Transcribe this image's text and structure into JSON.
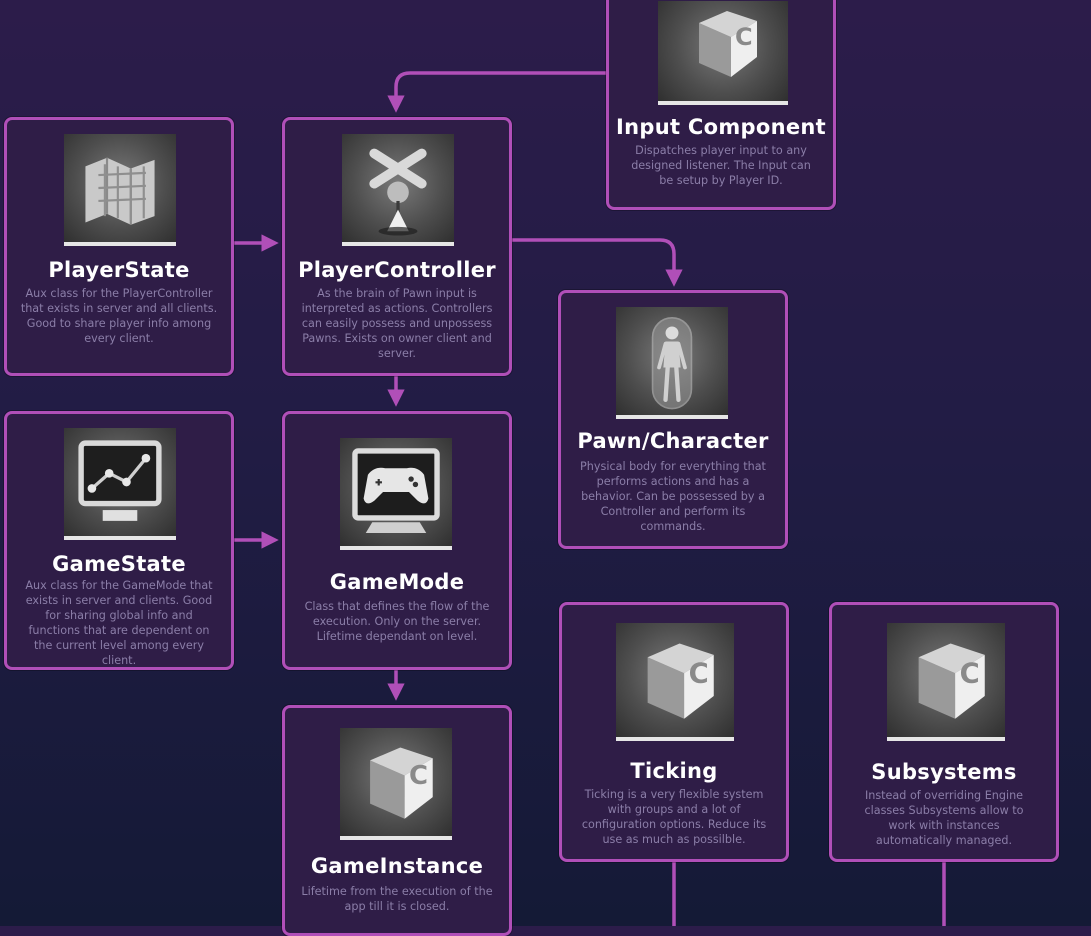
{
  "accent_color": "#b04fb8",
  "nodes": {
    "input_component": {
      "title": "Input Component",
      "desc": "Dispatches player input to any designed listener. The Input can be setup by Player ID.",
      "icon": "class-book-icon"
    },
    "player_state": {
      "title": "PlayerState",
      "desc": "Aux class for the PlayerController that exists in server and all clients. Good to share player info among every client.",
      "icon": "map-icon"
    },
    "player_controller": {
      "title": "PlayerController",
      "desc": "As the brain of Pawn input is interpreted as actions. Controllers can easily possess and unpossess Pawns. Exists on owner client and server.",
      "icon": "controller-pawn-icon"
    },
    "pawn_character": {
      "title": "Pawn/Character",
      "desc": "Physical body for everything that performs actions and has a behavior. Can be possessed by a Controller and perform its commands.",
      "icon": "mannequin-icon"
    },
    "game_state": {
      "title": "GameState",
      "desc": "Aux class for the GameMode that exists in server and clients. Good for sharing global info and functions that are dependent on the current level among every client.",
      "icon": "graph-monitor-icon"
    },
    "game_mode": {
      "title": "GameMode",
      "desc": "Class that defines the flow of the execution. Only on the server. Lifetime dependant on level.",
      "icon": "gamepad-monitor-icon"
    },
    "game_instance": {
      "title": "GameInstance",
      "desc": "Lifetime from the execution of the app till it is closed.",
      "icon": "class-book-icon"
    },
    "ticking": {
      "title": "Ticking",
      "desc": "Ticking is a very flexible system with groups and a lot of configuration options. Reduce its use as much as possilble.",
      "icon": "class-book-icon"
    },
    "subsystems": {
      "title": "Subsystems",
      "desc": "Instead of overriding Engine classes Subsystems allow to work with instances automatically managed.",
      "icon": "class-book-icon"
    }
  }
}
